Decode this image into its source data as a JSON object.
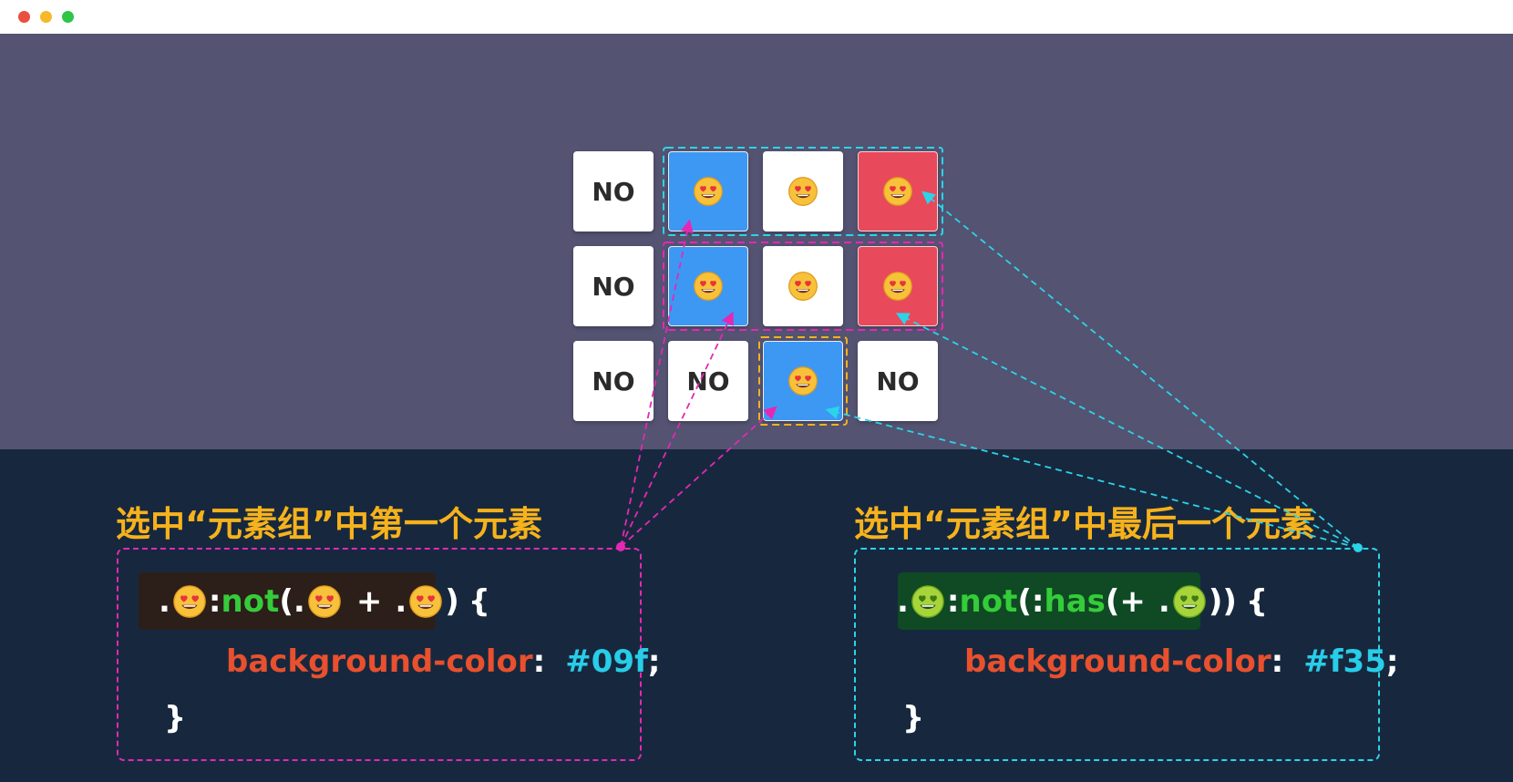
{
  "window": {
    "controls": [
      "close",
      "minimize",
      "maximize"
    ]
  },
  "grid": {
    "rows": [
      [
        {
          "type": "text",
          "label": "NO",
          "color": "white"
        },
        {
          "type": "emoji",
          "icon": "heart-eyes-face-icon",
          "color": "blue"
        },
        {
          "type": "emoji",
          "icon": "heart-eyes-face-icon",
          "color": "white"
        },
        {
          "type": "emoji",
          "icon": "heart-eyes-face-icon",
          "color": "red"
        }
      ],
      [
        {
          "type": "text",
          "label": "NO",
          "color": "white"
        },
        {
          "type": "emoji",
          "icon": "heart-eyes-face-icon",
          "color": "blue"
        },
        {
          "type": "emoji",
          "icon": "heart-eyes-face-icon",
          "color": "white"
        },
        {
          "type": "emoji",
          "icon": "heart-eyes-face-icon",
          "color": "red"
        }
      ],
      [
        {
          "type": "text",
          "label": "NO",
          "color": "white"
        },
        {
          "type": "text",
          "label": "NO",
          "color": "white"
        },
        {
          "type": "emoji",
          "icon": "heart-eyes-face-icon",
          "color": "blue"
        },
        {
          "type": "text",
          "label": "NO",
          "color": "white"
        }
      ]
    ]
  },
  "left_panel": {
    "heading": "选中“元素组”中第一个元素",
    "code": {
      "dot1": ".",
      "colon1": ":",
      "not": "not",
      "paren_dot": "(.",
      "plus": "+",
      "dot2": ".",
      "close": ")",
      "brace_open": "{",
      "property": "background-color",
      "colon2": ":",
      "value": "#09f",
      "semicolon": ";",
      "brace_close": "}"
    }
  },
  "right_panel": {
    "heading": "选中“元素组”中最后一个元素",
    "code": {
      "dot1": ".",
      "colon1": ":",
      "not": "not",
      "paren": "(:",
      "has": "has",
      "paren_plus": "(+",
      "dot2": ".",
      "close": "))",
      "brace_open": "{",
      "property": "background-color",
      "colon2": ":",
      "value": "#f35",
      "semicolon": ";",
      "brace_close": "}"
    }
  },
  "colors": {
    "stage": "#545372",
    "bottom": "#17283e",
    "blue": "#3d98f4",
    "red": "#e8495b",
    "heading": "#f6b21c",
    "pink_guide": "#e528b4",
    "cyan_guide": "#2bd4e8",
    "yellow_guide": "#f6b21c"
  }
}
